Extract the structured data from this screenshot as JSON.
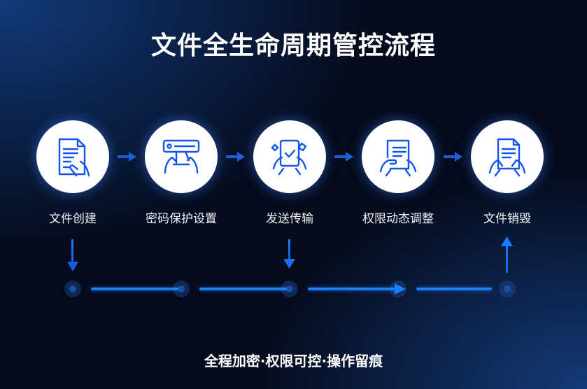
{
  "title": "文件全生命周期管控流程",
  "steps": [
    {
      "label": "文件创建",
      "icon": "document-hand-icon"
    },
    {
      "label": "密码保护设置",
      "icon": "password-input-icon"
    },
    {
      "label": "发送传输",
      "icon": "tablet-check-icon"
    },
    {
      "label": "权限动态调整",
      "icon": "tablet-document-icon"
    },
    {
      "label": "文件销毁",
      "icon": "document-hands-icon"
    }
  ],
  "tagline": "全程加密·权限可控·操作留痕",
  "colors": {
    "accent": "#1b7dff",
    "background": "#050b1c",
    "icon_stroke": "#1556e8"
  }
}
